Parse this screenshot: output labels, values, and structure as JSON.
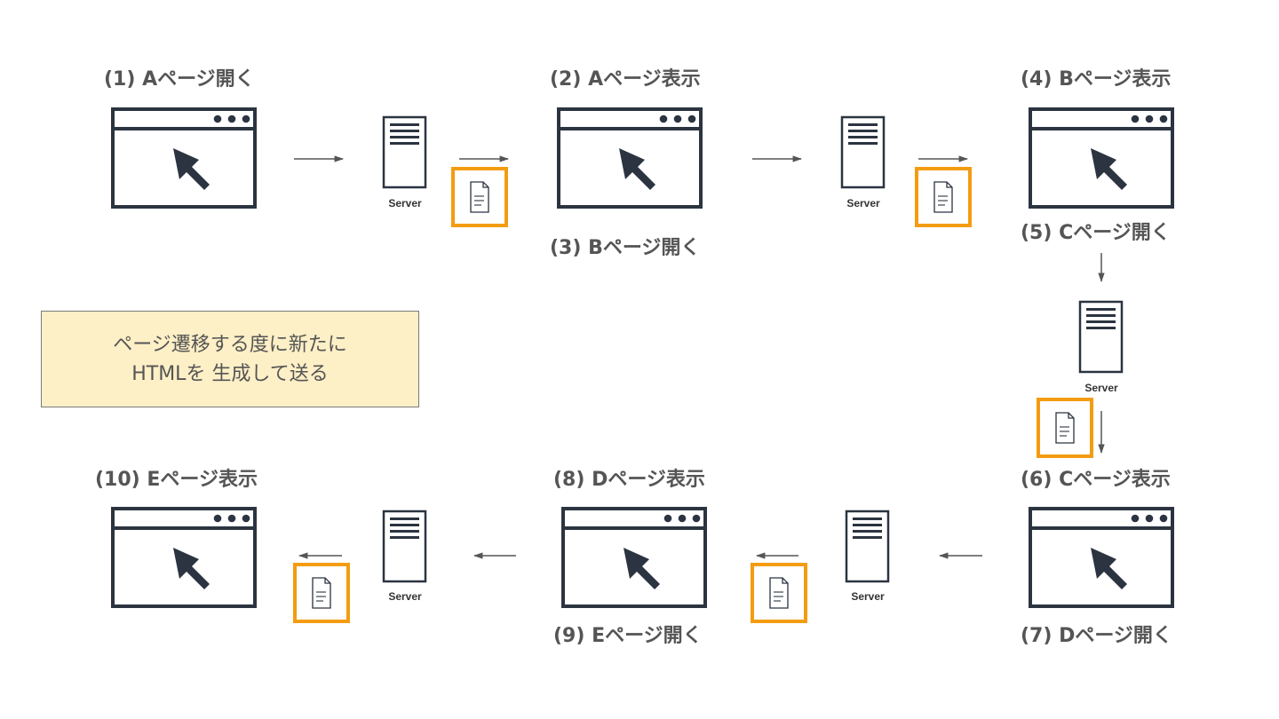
{
  "steps": {
    "s1": "(1) Aページ開く",
    "s2": "(2) Aページ表示",
    "s3": "(3) Bページ開く",
    "s4": "(4) Bページ表示",
    "s5": "(5) Cページ開く",
    "s6": "(6) Cページ表示",
    "s7": "(7) Dページ開く",
    "s8": "(8) Dページ表示",
    "s9": "(9) Eページ開く",
    "s10": "(10) Eページ表示"
  },
  "server_label": "Server",
  "note": {
    "line1": "ページ遷移する度に新たに",
    "line2": "HTMLを 生成して送る"
  },
  "colors": {
    "browser": "#2b3440",
    "label": "#555555",
    "highlight": "#f39c12",
    "note_bg": "#fdefc6",
    "arrow": "#555555"
  },
  "icons": [
    "browser-window-icon",
    "cursor-arrow-icon",
    "server-icon",
    "html-document-icon"
  ]
}
